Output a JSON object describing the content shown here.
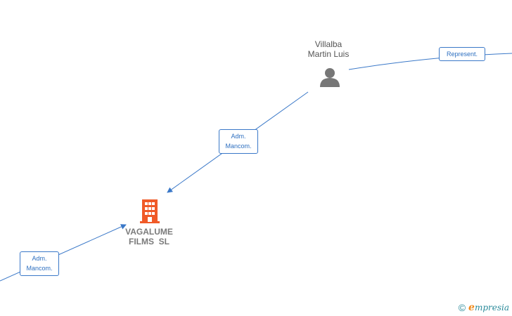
{
  "nodes": {
    "person": {
      "name_line1": "Villalba",
      "name_line2": "Martin Luis"
    },
    "company": {
      "name_line1": "VAGALUME",
      "name_line2": "FILMS  SL"
    }
  },
  "edges": {
    "represent": {
      "label": "Represent."
    },
    "adm_top": {
      "label_line1": "Adm.",
      "label_line2": "Mancom."
    },
    "adm_bottom": {
      "label_line1": "Adm.",
      "label_line2": "Mancom."
    }
  },
  "footer": {
    "copyright": "©",
    "brand_initial": "e",
    "brand_rest": "mpresia"
  },
  "colors": {
    "edge": "#3a78c8",
    "company_icon": "#f05a28",
    "person_icon": "#777777"
  }
}
